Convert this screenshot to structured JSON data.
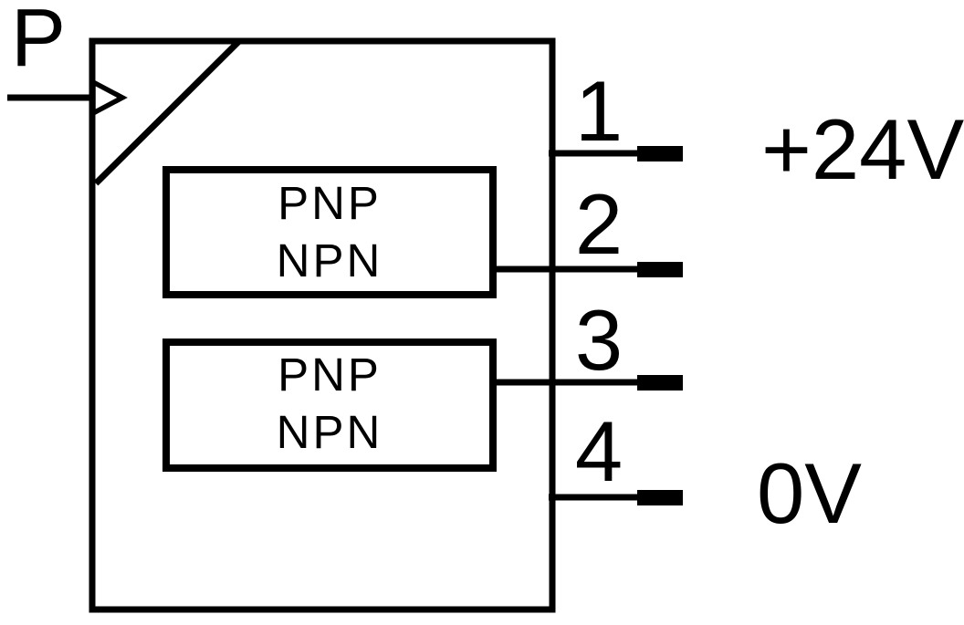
{
  "diagram": {
    "pressure_input": {
      "label": "P"
    },
    "output_stages": [
      {
        "line1": "PNP",
        "line2": "NPN"
      },
      {
        "line1": "PNP",
        "line2": "NPN"
      }
    ],
    "pins": [
      {
        "number": "1",
        "label": "+24V"
      },
      {
        "number": "2",
        "label": ""
      },
      {
        "number": "3",
        "label": ""
      },
      {
        "number": "4",
        "label": "0V"
      }
    ],
    "colors": {
      "line": "#000000",
      "background": "#ffffff",
      "terminal_fill": "#000000"
    }
  }
}
